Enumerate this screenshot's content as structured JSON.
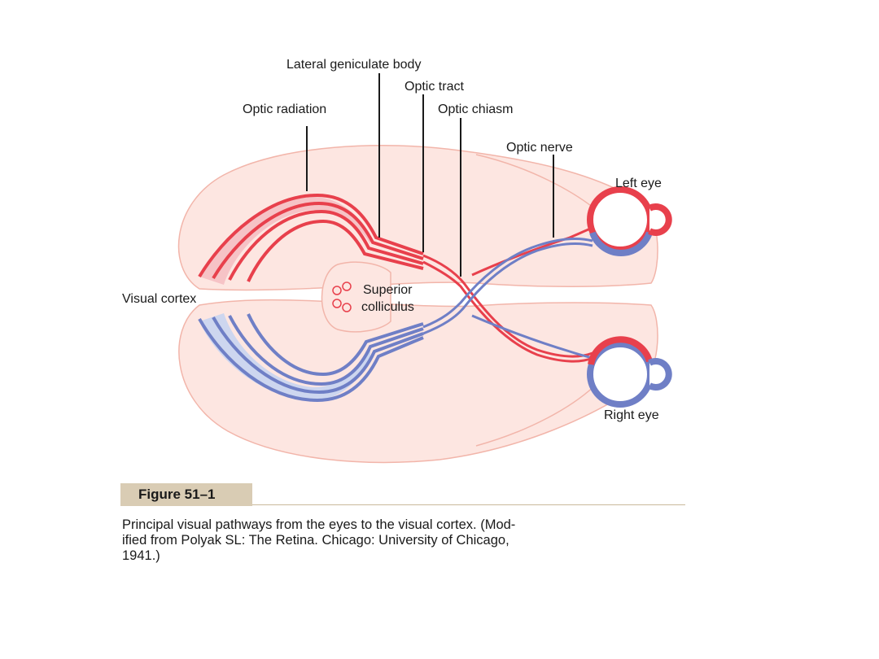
{
  "labels": {
    "lateral_geniculate_body": "Lateral geniculate body",
    "optic_tract": "Optic tract",
    "optic_radiation": "Optic radiation",
    "optic_chiasm": "Optic chiasm",
    "optic_nerve": "Optic nerve",
    "left_eye": "Left eye",
    "visual_cortex": "Visual cortex",
    "superior": "Superior",
    "colliculus": "colliculus",
    "right_eye": "Right eye"
  },
  "figure": {
    "number": "Figure 51–1",
    "caption_lines": [
      "Principal visual pathways from the eyes to the visual cortex. (Mod-",
      "ified from Polyak SL: The Retina. Chicago: University of Chicago,",
      "1941.)"
    ]
  },
  "colors": {
    "brain_fill": "#fde6e1",
    "brain_outline": "#f2b5aa",
    "red_pathway": "#e8404c",
    "blue_pathway": "#6f7fc6",
    "red_fan_fill": "#f6c3c6",
    "blue_fan_fill": "#cdd6ef",
    "caption_tab": "#d9ccb4"
  }
}
